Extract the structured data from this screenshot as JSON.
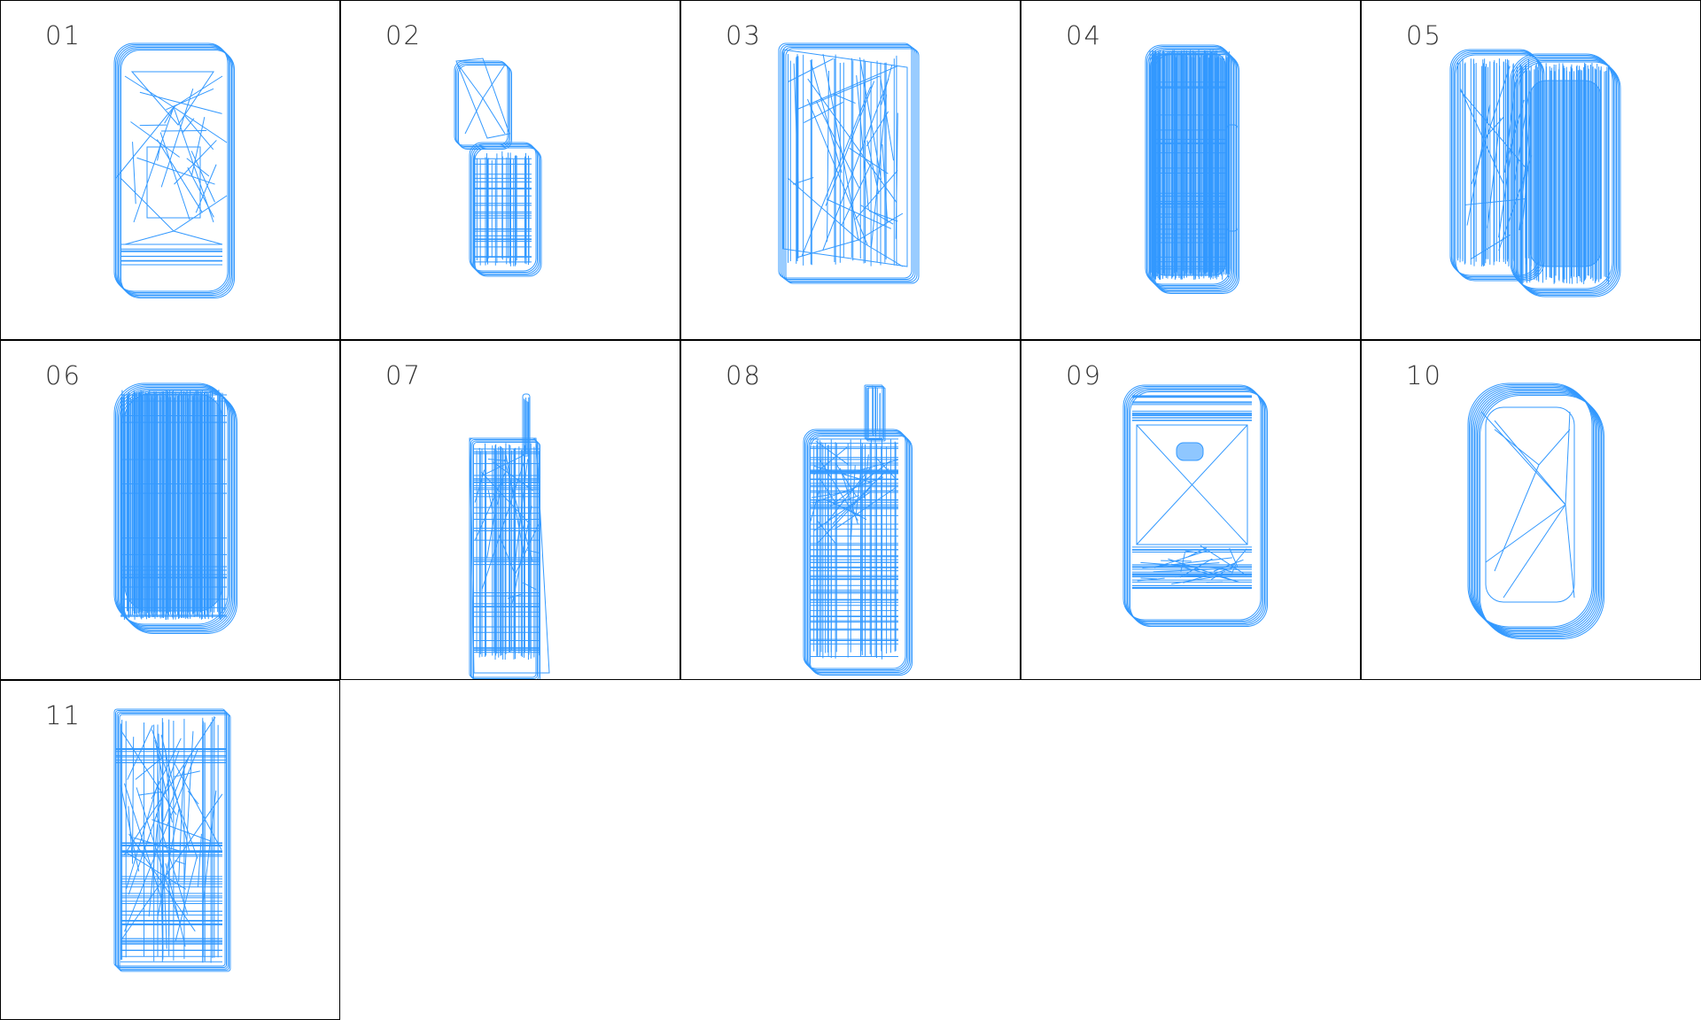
{
  "wire_color": "#3399ff",
  "items": [
    {
      "label": "01",
      "model": "touch-slab"
    },
    {
      "label": "02",
      "model": "flip-phone"
    },
    {
      "label": "03",
      "model": "angled-slab"
    },
    {
      "label": "04",
      "model": "dense-bar"
    },
    {
      "label": "05",
      "model": "slider"
    },
    {
      "label": "06",
      "model": "rounded-dense"
    },
    {
      "label": "07",
      "model": "brick-antenna"
    },
    {
      "label": "08",
      "model": "candybar-antenna"
    },
    {
      "label": "09",
      "model": "keyboard-phone"
    },
    {
      "label": "10",
      "model": "rounded-touch"
    },
    {
      "label": "11",
      "model": "tall-bar"
    }
  ]
}
